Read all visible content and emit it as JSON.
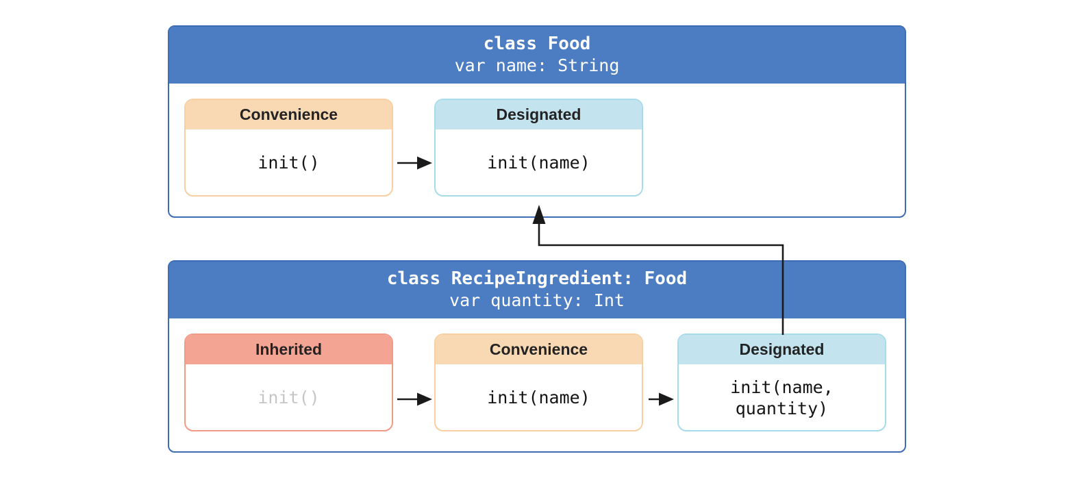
{
  "colors": {
    "page-bg": "#ffffff",
    "class-header-fill": "#4c7cc2",
    "class-border": "#3c6cb4",
    "class-title-color": "#ffffff",
    "convenience-fill": "#f9d9b3",
    "convenience-border": "#f8cfa2",
    "designated-fill": "#c3e3ee",
    "designated-border": "#a8dbe9",
    "inherited-fill": "#f4a492",
    "inherited-border": "#f19a85",
    "init-label-color": "#232323",
    "code-color": "#141414",
    "inherited-code-color": "#c6c6c6",
    "arrow-color": "#1a1a1a"
  },
  "classes": [
    {
      "title": "class Food",
      "subtitle": "var name: String",
      "inits": [
        {
          "label": "Convenience",
          "code": "init()"
        },
        {
          "label": "Designated",
          "code": "init(name)"
        }
      ]
    },
    {
      "title": "class RecipeIngredient: Food",
      "subtitle": "var quantity: Int",
      "inits": [
        {
          "label": "Inherited",
          "code": "init()"
        },
        {
          "label": "Convenience",
          "code": "init(name)"
        },
        {
          "label": "Designated",
          "code": "init(name,\nquantity)"
        }
      ]
    }
  ]
}
